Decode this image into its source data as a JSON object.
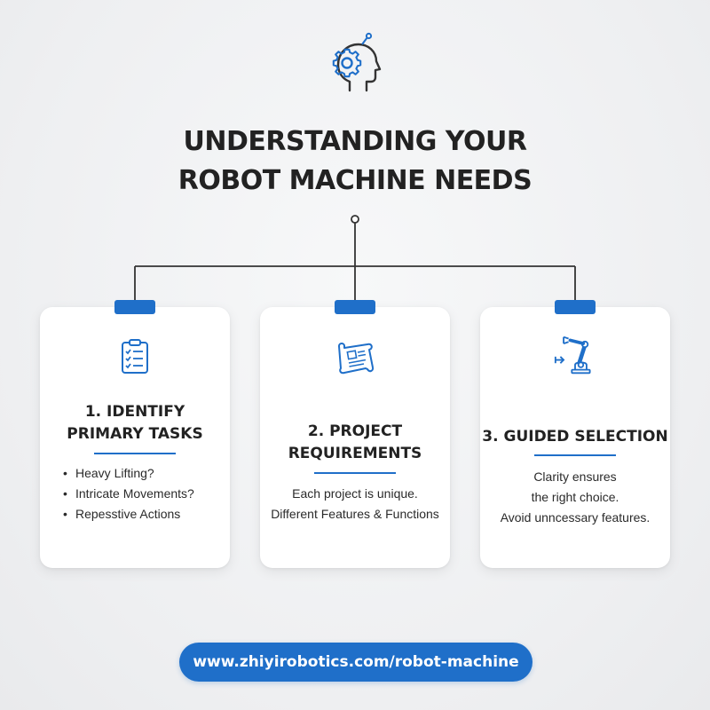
{
  "header": {
    "icon": "gear-head-icon",
    "title_line1": "UNDERSTANDING YOUR",
    "title_line2": "ROBOT MACHINE NEEDS"
  },
  "colors": {
    "accent": "#1f6fc9",
    "text": "#222222",
    "background": "#f1f2f3",
    "connector": "#333333"
  },
  "cards": [
    {
      "icon": "checklist-clipboard-icon",
      "title_line1": "1. IDENTIFY",
      "title_line2": "PRIMARY TASKS",
      "bullets": [
        "Heavy Lifting?",
        "Intricate Movements?",
        "Repesstive Actions"
      ]
    },
    {
      "icon": "blueprint-scroll-icon",
      "title_line1": "2. PROJECT",
      "title_line2": "REQUIREMENTS",
      "body_line1": "Each project is unique.",
      "body_line2": "Different Features & Functions"
    },
    {
      "icon": "robot-arm-icon",
      "title_line1": "3. GUIDED SELECTION",
      "body_line1": "Clarity ensures",
      "body_line2": "the right choice.",
      "body_line3": "Avoid unncessary features."
    }
  ],
  "footer": {
    "url": "www.zhiyirobotics.com/robot-machine"
  }
}
